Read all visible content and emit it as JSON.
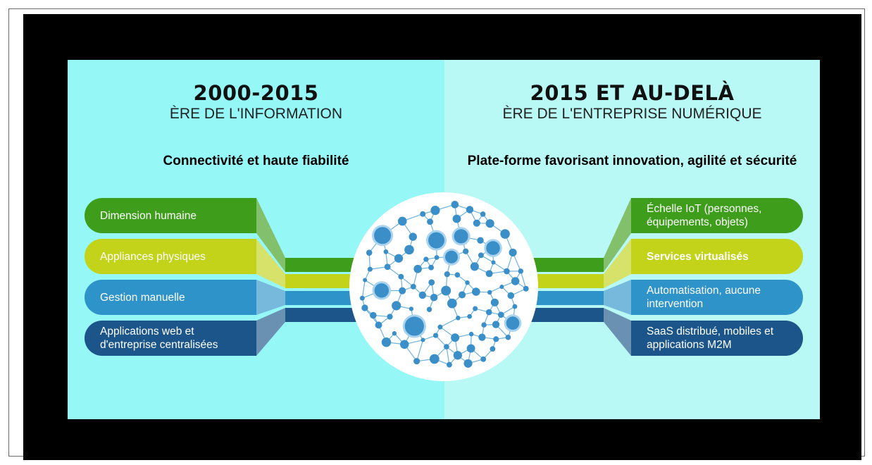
{
  "left": {
    "title": "2000-2015",
    "subtitle": "ÈRE DE L'INFORMATION",
    "heading": "Connectivité et haute fiabilité",
    "items": [
      {
        "label": "Dimension humaine",
        "color": "#3e9e1c"
      },
      {
        "label": "Appliances physiques",
        "color": "#c2d31a"
      },
      {
        "label": "Gestion manuelle",
        "color": "#2e93c9"
      },
      {
        "label": "Applications web et d'entreprise centralisées",
        "color": "#1b5589"
      }
    ]
  },
  "right": {
    "title": "2015 ET AU-DELÀ",
    "subtitle": "ÈRE DE L'ENTREPRISE NUMÉRIQUE",
    "heading": "Plate-forme favorisant innovation, agilité et sécurité",
    "items": [
      {
        "label": "Échelle IoT (personnes, équipements, objets)",
        "color": "#3e9e1c"
      },
      {
        "label": "Services virtualisés",
        "color": "#c2d31a"
      },
      {
        "label": "Automatisation, aucune intervention",
        "color": "#2e93c9"
      },
      {
        "label": "SaaS distribué, mobiles et applications M2M",
        "color": "#1b5589"
      }
    ]
  },
  "colors": {
    "panel_left": "#96f7f7",
    "panel_right": "#b8f8f5",
    "node": "#3b8fc9",
    "node_ring": "#a9d3ef",
    "link": "#6fb2de"
  }
}
